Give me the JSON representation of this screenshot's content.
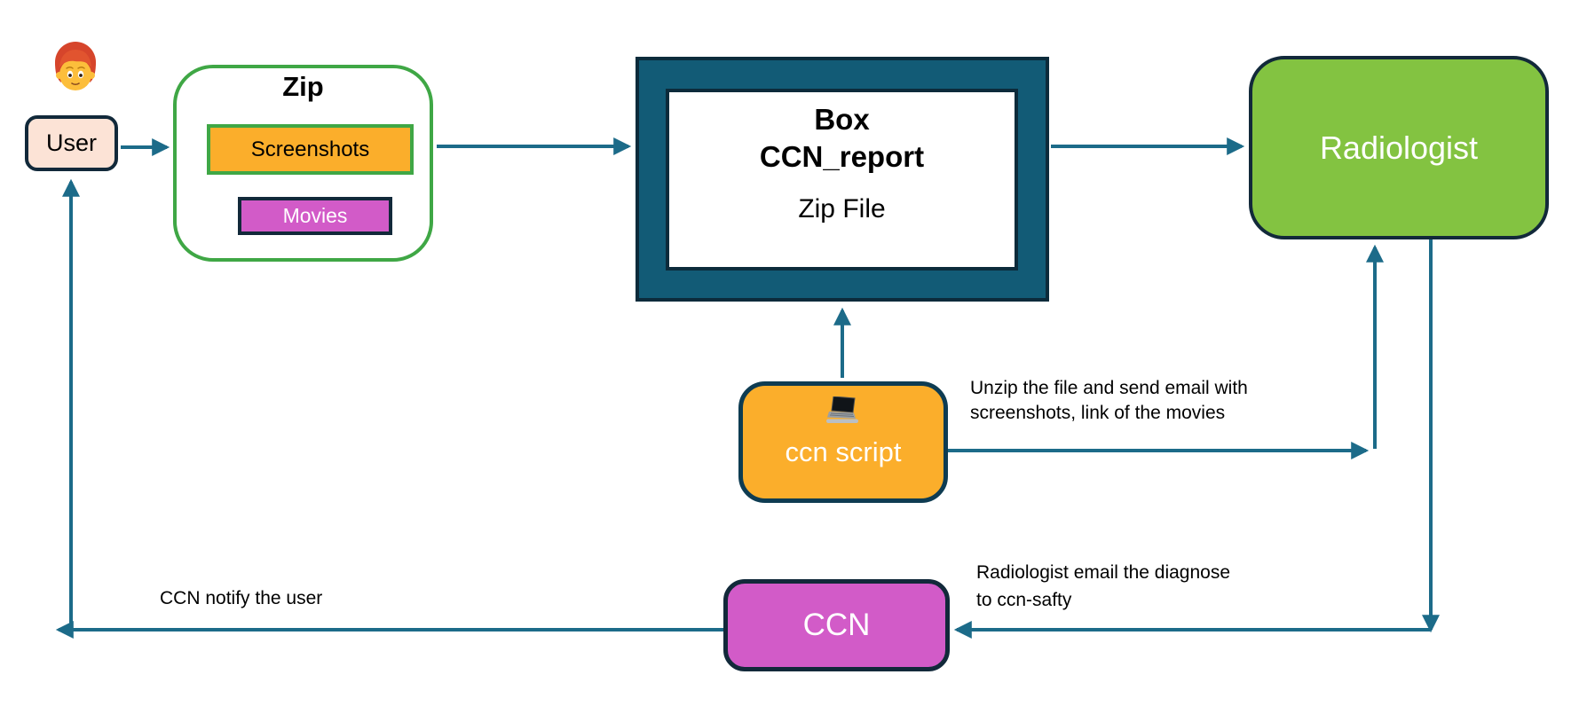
{
  "nodes": {
    "user": {
      "label": "User",
      "icon": "person-red-hair-emoji"
    },
    "zip": {
      "title": "Zip",
      "items": [
        "Screenshots",
        "Movies"
      ]
    },
    "box": {
      "line1": "Box",
      "line2": "CCN_report",
      "subtitle": "Zip File"
    },
    "radiologist": {
      "label": "Radiologist"
    },
    "ccn_script": {
      "label": "ccn script",
      "icon": "laptop-emoji"
    },
    "ccn": {
      "label": "CCN"
    }
  },
  "annotations": {
    "unzip": {
      "line1": "Unzip the file and send email with",
      "line2": "screenshots, link of the movies"
    },
    "radiologist_email": {
      "line1": "Radiologist email the diagnose",
      "line2": "to ccn-safty"
    },
    "notify": {
      "text": "CCN notify the user"
    }
  },
  "colors": {
    "arrow": "#1C6B89",
    "dark_navy_border": "#12293A",
    "box_fill": "#125B76",
    "orange": "#FBAE2B",
    "magenta": "#D25BC8",
    "green": "#83C341",
    "green_border": "#3FA745",
    "peach": "#FCE3D6"
  }
}
